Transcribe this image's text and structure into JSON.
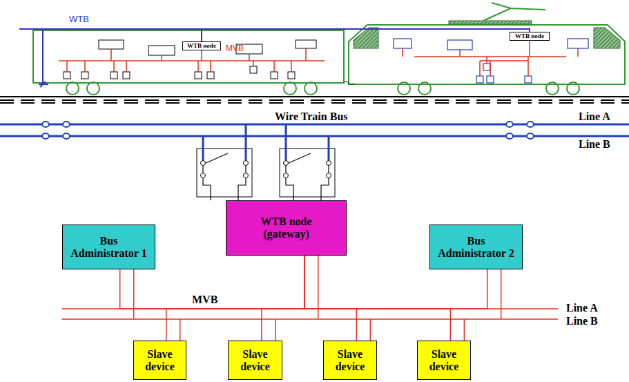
{
  "diagram": {
    "nodes": [
      {
        "text": [
          "WTB node"
        ]
      },
      {
        "text": [
          "WTB node"
        ]
      },
      {
        "text": [
          "WTB node (gateway)"
        ]
      },
      {
        "text": [
          "Bus Administrator 1"
        ]
      },
      {
        "text": [
          "Bus Administrator 2"
        ]
      },
      {
        "text": [
          "Slave device"
        ]
      },
      {
        "text": [
          "Slave device"
        ]
      },
      {
        "text": [
          "Slave device"
        ]
      },
      {
        "text": [
          "Slave device"
        ]
      }
    ],
    "edges": [
      {
        "from": 0,
        "to": 1,
        "arrow": "none"
      },
      {
        "from": 2,
        "to": 3,
        "arrow": "none"
      },
      {
        "from": 2,
        "to": 4,
        "arrow": "none"
      },
      {
        "from": 2,
        "to": 5,
        "arrow": "none"
      },
      {
        "from": 2,
        "to": 6,
        "arrow": "none"
      },
      {
        "from": 2,
        "to": 7,
        "arrow": "none"
      },
      {
        "from": 2,
        "to": 8,
        "arrow": "none"
      }
    ],
    "labels": [
      "WTB",
      "MVB",
      "Wire Train Bus",
      "Line A",
      "Line B",
      "MVB",
      "Line A",
      "Line B"
    ]
  }
}
